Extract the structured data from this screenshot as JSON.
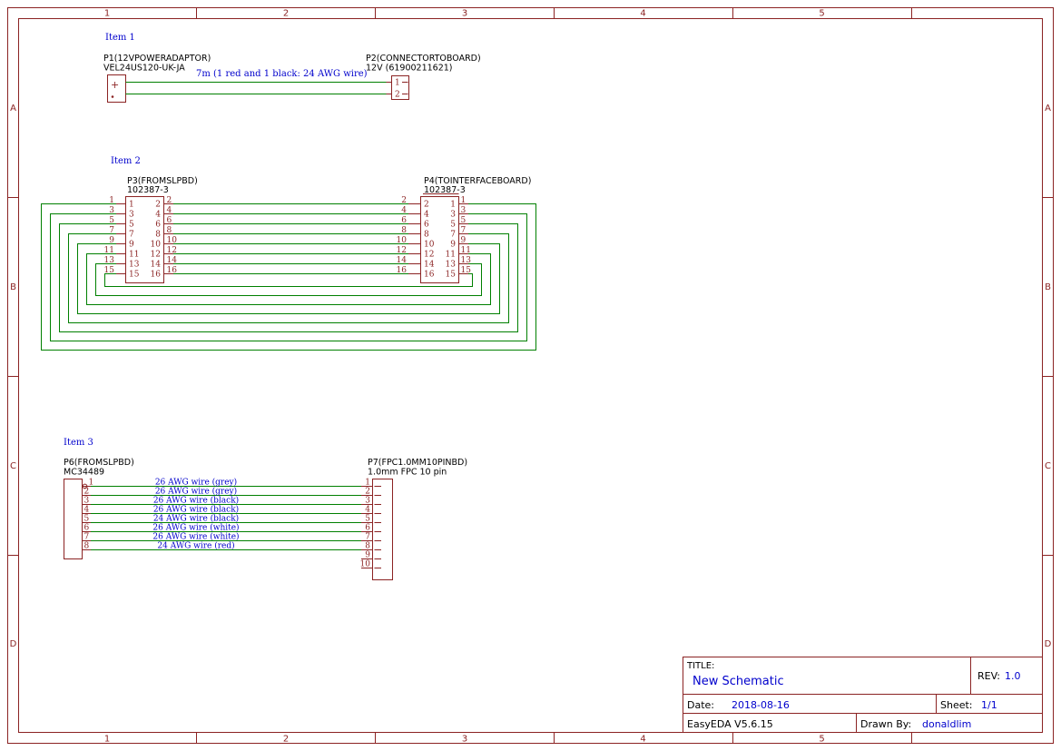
{
  "colors": {
    "outline": "#8B2323",
    "wire": "#008000",
    "annotation": "#0000CC",
    "text": "#000000"
  },
  "frame": {
    "columns": [
      "1",
      "2",
      "3",
      "4",
      "5"
    ],
    "rows": [
      "A",
      "B",
      "C",
      "D"
    ]
  },
  "items": {
    "item1": {
      "heading": "Item 1",
      "p1_ref": "P1(12VPOWERADAPTOR)",
      "p1_part": "VEL24US120-UK-JA",
      "p1_plus": "+",
      "wire_note": "7m (1 red and 1 black: 24 AWG wire)",
      "p2_ref": "P2(CONNECTORTOBOARD)",
      "p2_part": "12V (61900211621)",
      "p2_pins": [
        "1",
        "2"
      ]
    },
    "item2": {
      "heading": "Item 2",
      "p3_ref": "P3(FROMSLPBD)",
      "p3_part": "102387-3",
      "p4_ref": "P4(TOINTERFACEBOARD)",
      "p4_part": "102387-3",
      "odd_pins": [
        "1",
        "3",
        "5",
        "7",
        "9",
        "11",
        "13",
        "15"
      ],
      "even_pins": [
        "2",
        "4",
        "6",
        "8",
        "10",
        "12",
        "14",
        "16"
      ]
    },
    "item3": {
      "heading": "Item 3",
      "p6_ref": "P6(FROMSLPBD)",
      "p6_part": "MC34489",
      "p6_pins": [
        "1",
        "2",
        "3",
        "4",
        "5",
        "6",
        "7",
        "8"
      ],
      "p7_ref": "P7(FPC1.0MM10PINBD)",
      "p7_part": "1.0mm FPC 10 pin",
      "p7_pins": [
        "1",
        "2",
        "3",
        "4",
        "5",
        "6",
        "7",
        "8",
        "9",
        "10"
      ],
      "wire_labels": [
        "26 AWG wire (grey)",
        "26 AWG wire (grey)",
        "26 AWG wire (black)",
        "26 AWG wire (black)",
        "24 AWG wire (black)",
        "26 AWG wire (white)",
        "26 AWG wire (white)",
        "24 AWG wire (red)"
      ]
    }
  },
  "title_block": {
    "title_label": "TITLE:",
    "title": "New Schematic",
    "rev_label": "REV:",
    "rev": "1.0",
    "date_label": "Date:",
    "date": "2018-08-16",
    "sheet_label": "Sheet:",
    "sheet": "1/1",
    "tool_version": "EasyEDA V5.6.15",
    "drawn_by_label": "Drawn By:",
    "drawn_by": "donaldlim"
  }
}
